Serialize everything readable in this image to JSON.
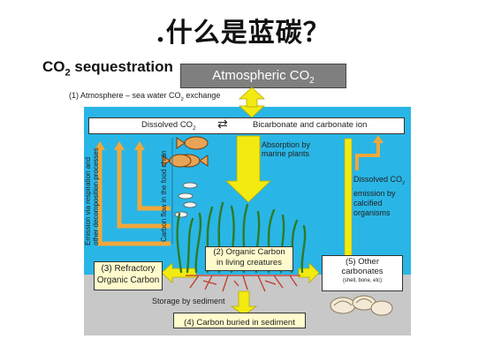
{
  "slide": {
    "title": ".什么是蓝碳？",
    "heading_main": "CO",
    "heading_sub": "2",
    "heading_rest": " sequestration"
  },
  "diagram": {
    "atmospheric_main": "Atmospheric CO",
    "atmospheric_sub": "2",
    "exchange_a": "(1) Atmosphere – sea water CO",
    "exchange_sub": "2",
    "exchange_b": " exchange",
    "dissolved_main": "Dissolved CO",
    "dissolved_sub": "2",
    "equilibrium_symbol": "⇄",
    "bicarbonate": "Bicarbonate and carbonate ion",
    "absorption_line1": "Absorption by",
    "absorption_line2": "marine plants",
    "emission_vertical": "Emission via respiration and other decomposition processes",
    "food_chain_vertical": "Carbon flow in the food chain",
    "calcified_line1": "Dissolved CO",
    "calcified_sub": "2",
    "calcified_line2": "emission by",
    "calcified_line3": "calcified",
    "calcified_line4": "organisms",
    "organic_line1": "(2) Organic Carbon",
    "organic_line2": "in living creatures",
    "refractory_line1": "(3) Refractory",
    "refractory_line2": "Organic Carbon",
    "carbonates_line1": "(5) Other",
    "carbonates_line2": "carbonates",
    "carbonates_line3": "(shell, bone, etc)",
    "storage": "Storage by sediment",
    "buried": "(4) Carbon buried in sediment"
  },
  "colors": {
    "water": "#29b6e6",
    "sediment": "#c8c8c8",
    "arrow_yellow": "#f2ea10",
    "arrow_orange": "#f2a73a",
    "box_gray": "#7f7f7f",
    "seagrass": "#3a8a2e"
  }
}
